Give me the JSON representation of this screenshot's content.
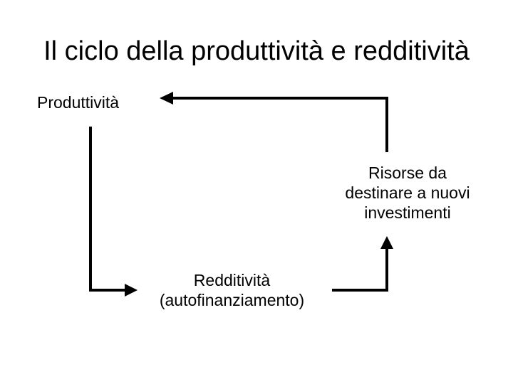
{
  "slide": {
    "title": "Il ciclo della produttività e redditività"
  },
  "nodes": {
    "produttivita": {
      "label": "Produttività"
    },
    "risorse": {
      "lines": [
        "Risorse da",
        "destinare a nuovi",
        "investimenti"
      ]
    },
    "redditivita": {
      "lines": [
        "Redditività",
        "(autofinanziamento)"
      ]
    }
  },
  "arrow_color": "#000000"
}
